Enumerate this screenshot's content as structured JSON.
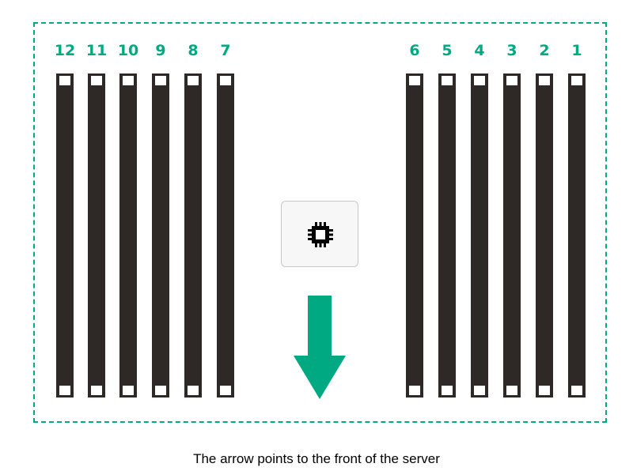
{
  "slots": {
    "left": [
      "12",
      "11",
      "10",
      "9",
      "8",
      "7"
    ],
    "right": [
      "6",
      "5",
      "4",
      "3",
      "2",
      "1"
    ]
  },
  "processor_icon": "cpu-chip-icon",
  "front_arrow_icon": "arrow-down-icon",
  "caption": "The arrow points to the front of the server",
  "colors": {
    "accent": "#01a982",
    "dimm": "#2e2826",
    "frame": "#01a982"
  }
}
